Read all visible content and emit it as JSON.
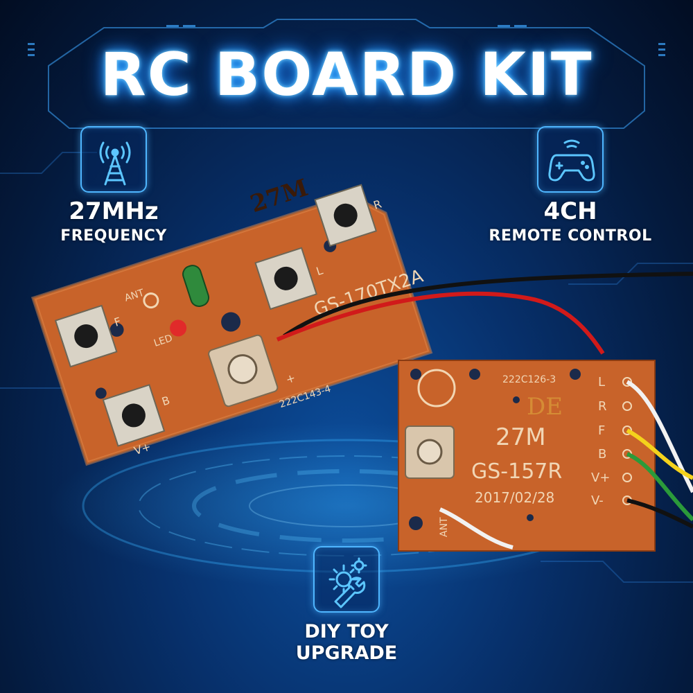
{
  "title": "RC BOARD KIT",
  "features": {
    "frequency": {
      "icon": "radio-tower-icon",
      "head": "27MHz",
      "sub": "FREQUENCY"
    },
    "channels": {
      "icon": "gamepad-icon",
      "head": "4CH",
      "sub": "REMOTE CONTROL"
    },
    "diy": {
      "icon": "gear-wrench-icon",
      "line1": "DIY TOY",
      "line2": "UPGRADE"
    }
  },
  "transmitter_board": {
    "freq_mark": "27M",
    "model": "GS-170TX2A",
    "part_no": "222C143-4",
    "labels": {
      "ant": "ANT",
      "led": "LED",
      "left": "L",
      "right": "R",
      "forward": "F",
      "back": "B",
      "vplus": "V+",
      "plus": "+"
    }
  },
  "receiver_board": {
    "part_no": "222C126-3",
    "freq_mark": "27M",
    "model": "GS-157R",
    "date": "2017/02/28",
    "stamp": "DE",
    "labels": {
      "l": "L",
      "r": "R",
      "f": "F",
      "b": "B",
      "vplus": "V+",
      "vminus": "V-",
      "ant": "ANT"
    }
  },
  "colors": {
    "background": "#07306b",
    "glow": "#4fb6ff",
    "pcb": "#c8632a",
    "wire_red": "#d11a1a",
    "wire_black": "#111111",
    "wire_yellow": "#f4d21c",
    "wire_green": "#2b9a3a",
    "wire_white": "#f2f2f2"
  }
}
